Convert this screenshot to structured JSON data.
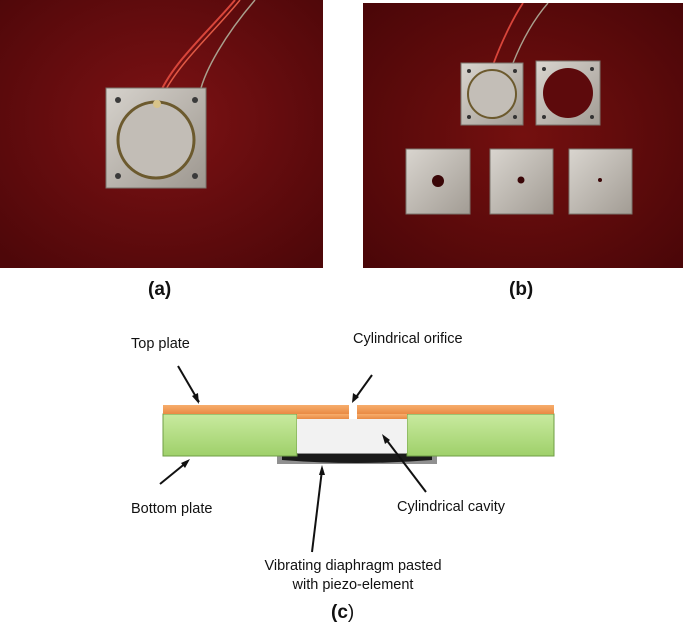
{
  "captions": {
    "a": "(a)",
    "b": "(b)",
    "c_letter": "(c",
    "c_paren": ")"
  },
  "schematic": {
    "labels": {
      "top_plate": "Top plate",
      "cylindrical_orifice": "Cylindrical orifice",
      "bottom_plate": "Bottom plate",
      "cylindrical_cavity": "Cylindrical cavity",
      "diaphragm_line1": "Vibrating diaphragm pasted",
      "diaphragm_line2": "with piezo-element"
    },
    "colors": {
      "top_plate": "#f59a56",
      "bottom_plate": "#b8e08a",
      "diaphragm": "#1a1a1a",
      "diaphragm_holder": "#8f8f8f"
    }
  },
  "photos": {
    "background_color": "#6e0d0f",
    "plate_color": "#b9b4ad"
  }
}
